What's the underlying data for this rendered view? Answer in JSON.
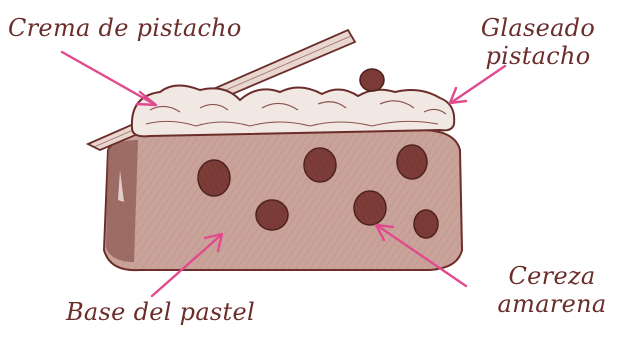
{
  "labels": {
    "crema": "Crema de pistacho",
    "glaseado_line1": "Glaseado",
    "glaseado_line2": "pistacho",
    "base": "Base del pastel",
    "cereza_line1": "Cereza",
    "cereza_line2": "amarena"
  },
  "colors": {
    "ink": "#6b2d2a",
    "arrow": "#e24a8e",
    "cake_fill": "#c9a39a",
    "cream_fill": "#f1e7e3",
    "cherry_fill": "#7a3b36"
  }
}
